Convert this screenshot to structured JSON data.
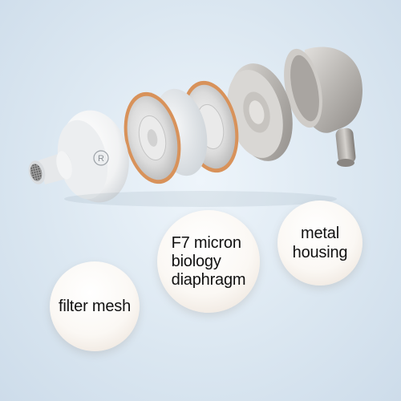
{
  "image": {
    "subject": "exploded view of earphone components",
    "palette": {
      "background": "#dde9f3",
      "bubble": "#fbf8f4",
      "diaphragm_ring": "#d8925a",
      "metal": "#b9b6b2",
      "shell": "#f6f6f6"
    }
  },
  "shell": {
    "logo_letter": "R"
  },
  "labels": {
    "filter_mesh": "filter mesh",
    "diaphragm_line1": "F7 micron",
    "diaphragm_line2": "biology",
    "diaphragm_line3": "diaphragm",
    "housing_line1": "metal",
    "housing_line2": "housing"
  }
}
